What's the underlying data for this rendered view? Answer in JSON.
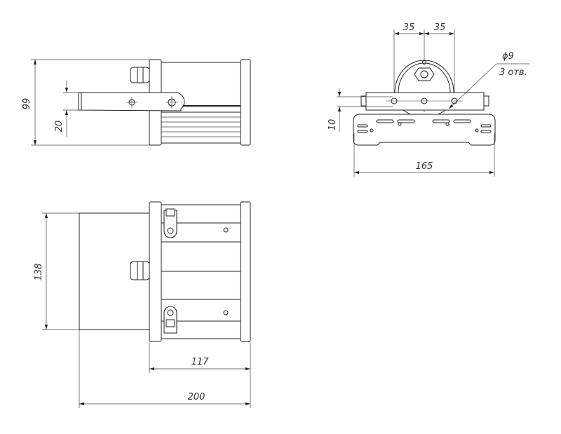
{
  "drawing": {
    "side_view": {
      "height_dim": "99",
      "arm_dim": "20"
    },
    "front_view": {
      "spacing_left": "35",
      "spacing_right": "35",
      "hole_diameter": "ϕ9",
      "hole_count": "3 отв.",
      "offset_dim": "10",
      "width_dim": "165"
    },
    "bottom_view": {
      "depth_dim": "138",
      "body_length_dim": "117",
      "total_length_dim": "200"
    }
  }
}
